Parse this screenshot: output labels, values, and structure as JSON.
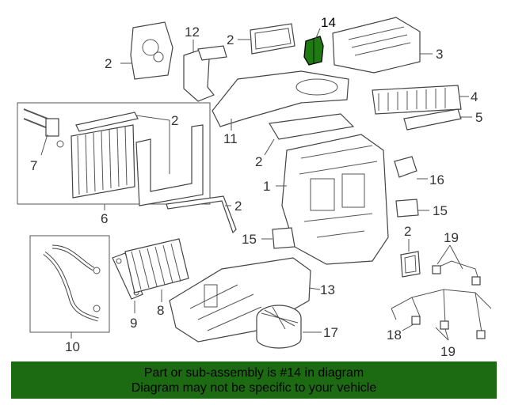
{
  "callouts": {
    "c2a": "2",
    "c12": "12",
    "c2b": "2",
    "c14": "14",
    "c3": "3",
    "c4": "4",
    "c5": "5",
    "c2c": "2",
    "c7": "7",
    "c11": "11",
    "c2d": "2",
    "c1": "1",
    "c16": "16",
    "c6": "6",
    "c2e": "2",
    "c15a": "15",
    "c15b": "15",
    "c2f": "2",
    "c19a": "19",
    "c9": "9",
    "c8": "8",
    "c13": "13",
    "c10": "10",
    "c17": "17",
    "c18": "18",
    "c19b": "19"
  },
  "highlight_part": "14",
  "highlight_color": "#1f7a12",
  "banner": {
    "line1": "Part or sub-assembly is #14 in diagram",
    "line2": "Diagram may not be specific to your vehicle",
    "color": "#1c6b12"
  }
}
